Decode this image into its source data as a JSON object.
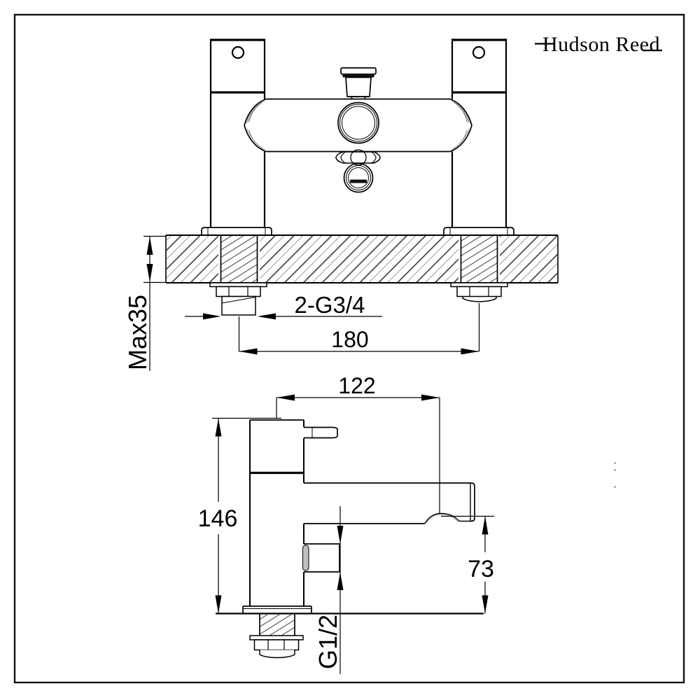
{
  "brand": {
    "logo_text": "Hudson Reed"
  },
  "front_view": {
    "dim_deck_thickness": "Max35",
    "dim_inlet_thread": "2-G3/4",
    "dim_inlet_centres": "180"
  },
  "side_view": {
    "dim_spout_reach": "122",
    "dim_body_height": "146",
    "dim_spout_height": "73",
    "dim_shower_outlet_thread": "G1/2"
  }
}
